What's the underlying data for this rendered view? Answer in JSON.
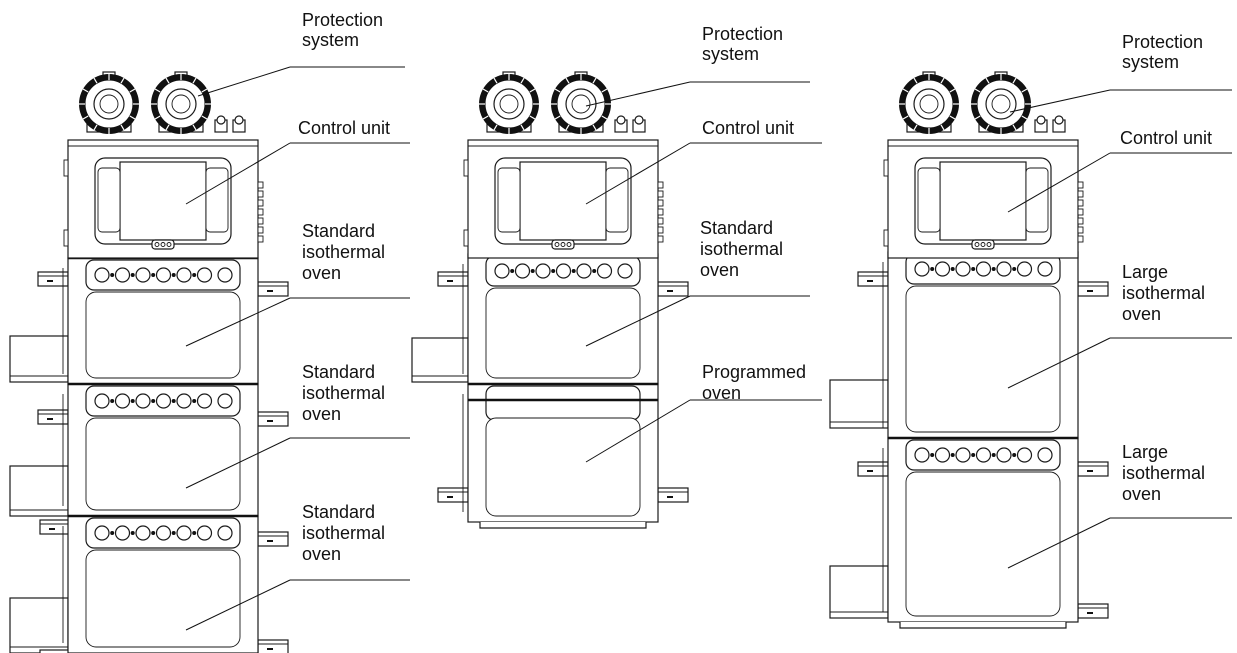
{
  "labels": {
    "protection_system": [
      "Protection",
      "system"
    ],
    "control_unit": [
      "Control unit"
    ],
    "standard_isothermal_oven": [
      "Standard",
      "isothermal",
      "oven"
    ],
    "programmed_oven": [
      "Programmed",
      "oven"
    ],
    "large_isothermal_oven": [
      "Large",
      "isothermal",
      "oven"
    ]
  },
  "configurations": [
    {
      "modules": [
        "protection_system",
        "control_unit",
        "standard_isothermal_oven",
        "standard_isothermal_oven",
        "standard_isothermal_oven"
      ]
    },
    {
      "modules": [
        "protection_system",
        "control_unit",
        "standard_isothermal_oven",
        "programmed_oven"
      ]
    },
    {
      "modules": [
        "protection_system",
        "control_unit",
        "large_isothermal_oven",
        "large_isothermal_oven"
      ]
    }
  ],
  "colors": {
    "line": "#1a1a1a",
    "background": "#ffffff"
  }
}
